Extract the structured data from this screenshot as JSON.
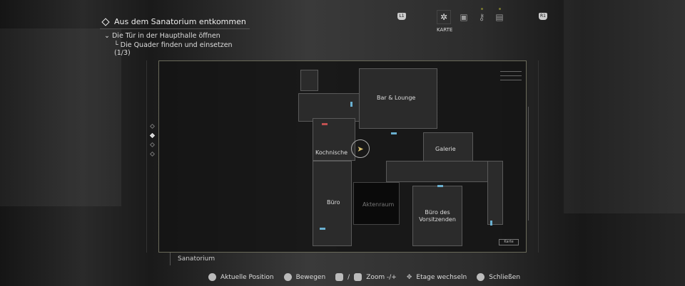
{
  "objective": {
    "main": "Aus dem Sanatorium entkommen",
    "sub": "Die Tür in der Haupthalle öffnen",
    "subsub": "Die Quader finden und einsetzen (1/3)"
  },
  "topbar": {
    "left_button": "L1",
    "right_button": "R1",
    "active_tab_label": "KARTE",
    "tabs": [
      "map-compass-icon",
      "inventory-icon",
      "keys-icon",
      "files-icon"
    ]
  },
  "map": {
    "area": "Sanatorium",
    "rooms": [
      "Bar & Lounge",
      "Kochnische",
      "Galerie",
      "Büro",
      "Aktenraum",
      "Büro des Vorsitzenden"
    ],
    "map_button": "Karte"
  },
  "controls": [
    {
      "icon": "square-button-icon",
      "label": "Aktuelle Position"
    },
    {
      "icon": "left-stick-icon",
      "label": "Bewegen"
    },
    {
      "icon": "l2-icon",
      "label": "/"
    },
    {
      "icon": "r2-icon",
      "label": "Zoom -/+"
    },
    {
      "icon": "dpad-icon",
      "label": "Etage wechseln"
    },
    {
      "icon": "circle-button-icon",
      "label": "Schließen"
    }
  ],
  "colors": {
    "door": "#6ab0d0",
    "locked_door": "#c05050",
    "player": "#d8c070"
  }
}
